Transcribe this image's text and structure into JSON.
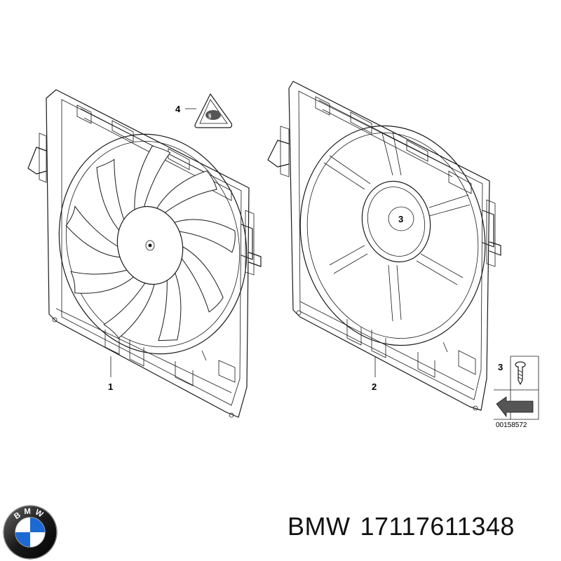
{
  "diagram": {
    "callouts": [
      {
        "id": "1",
        "label": "1"
      },
      {
        "id": "2",
        "label": "2"
      },
      {
        "id": "3",
        "label": "3"
      },
      {
        "id": "3b",
        "label": "3"
      },
      {
        "id": "4",
        "label": "4"
      }
    ],
    "drawing_number": "00158572"
  },
  "logo": {
    "letters": "BMW",
    "colors": {
      "blue": "#1c69d4",
      "ring": "#1a1a1a",
      "white": "#ffffff"
    }
  },
  "caption": {
    "brand": "BMW",
    "part_number": "17117611348"
  }
}
